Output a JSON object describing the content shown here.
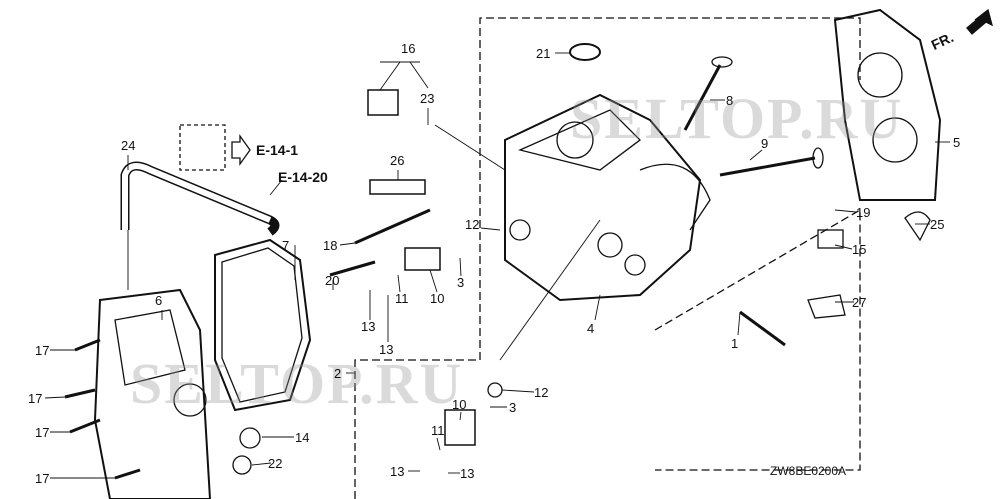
{
  "diagram": {
    "code": "ZW8BE0200A",
    "front_marker": "FR.",
    "watermark": "SELTOP.RU",
    "references": [
      "E-14-1",
      "E-14-20"
    ],
    "callouts": [
      "16",
      "23",
      "21",
      "8",
      "5",
      "9",
      "24",
      "26",
      "12",
      "19",
      "25",
      "15",
      "7",
      "18",
      "20",
      "11",
      "10",
      "3",
      "6",
      "13",
      "13",
      "4",
      "27",
      "1",
      "17",
      "17",
      "17",
      "17",
      "2",
      "12",
      "3",
      "10",
      "14",
      "11",
      "22",
      "13",
      "13"
    ]
  },
  "colors": {
    "line": "#111111",
    "watermark": "#969696"
  }
}
